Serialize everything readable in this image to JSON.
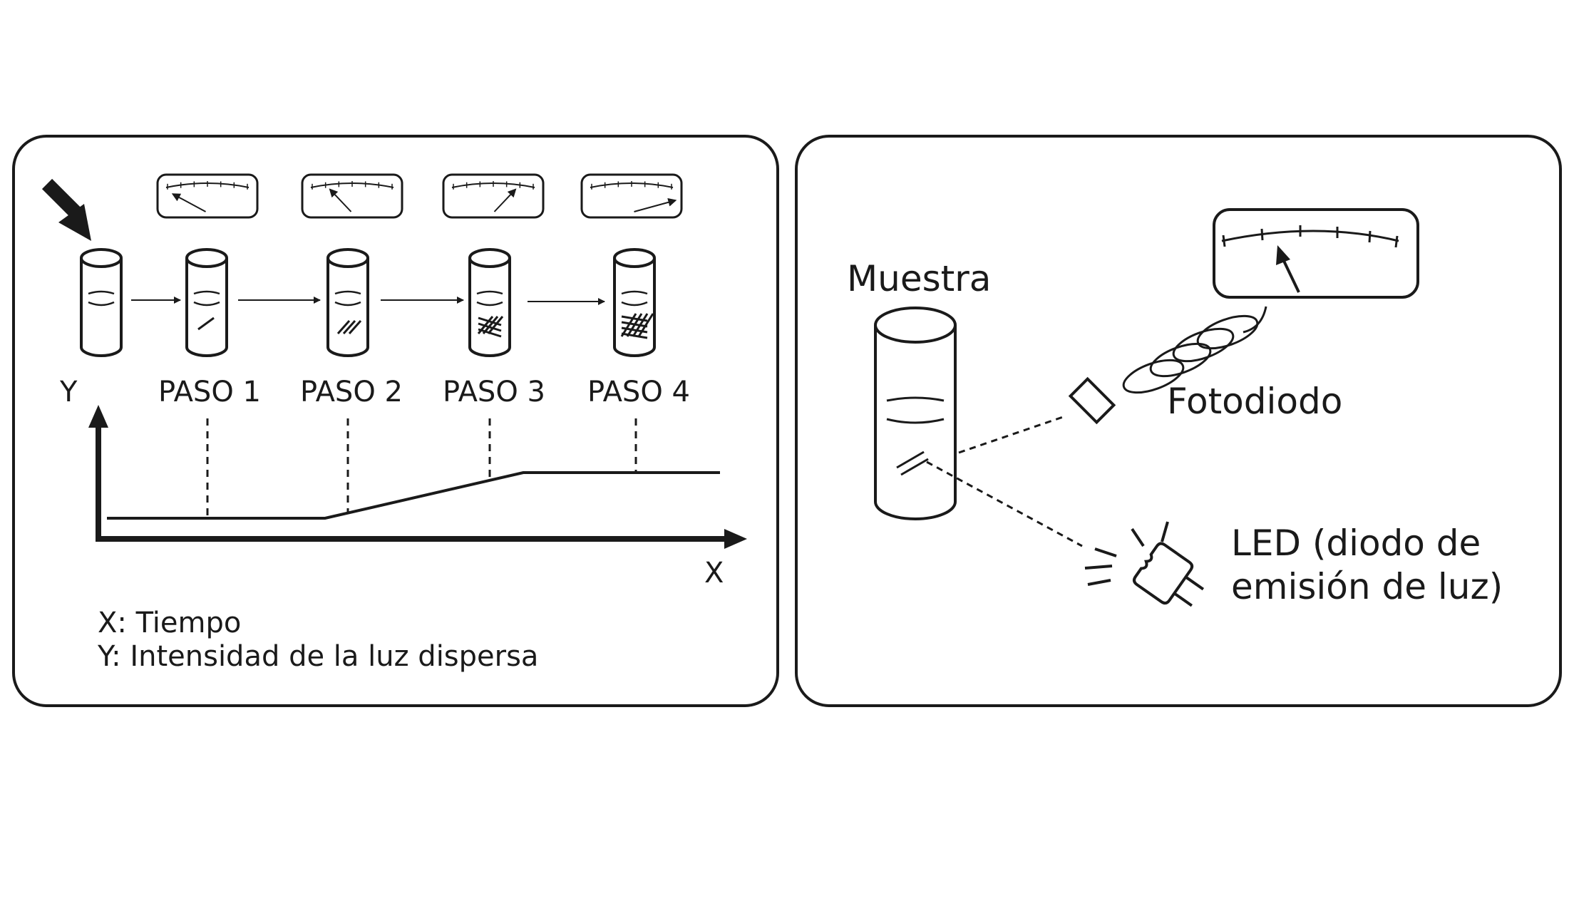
{
  "left_panel": {
    "steps": [
      {
        "label": "PASO 1",
        "meter_level": 0.25
      },
      {
        "label": "PASO 2",
        "meter_level": 0.35
      },
      {
        "label": "PASO 3",
        "meter_level": 0.65
      },
      {
        "label": "PASO 4",
        "meter_level": 0.85
      }
    ],
    "axis_y_label": "Y",
    "axis_x_label": "X",
    "legend_x": "X: Tiempo",
    "legend_y": "Y: Intensidad de la luz dispersa"
  },
  "right_panel": {
    "sample_label": "Muestra",
    "photodiode_label": "Fotodiodo",
    "led_label_line1": "LED (diodo de",
    "led_label_line2": "emisión de luz)"
  }
}
